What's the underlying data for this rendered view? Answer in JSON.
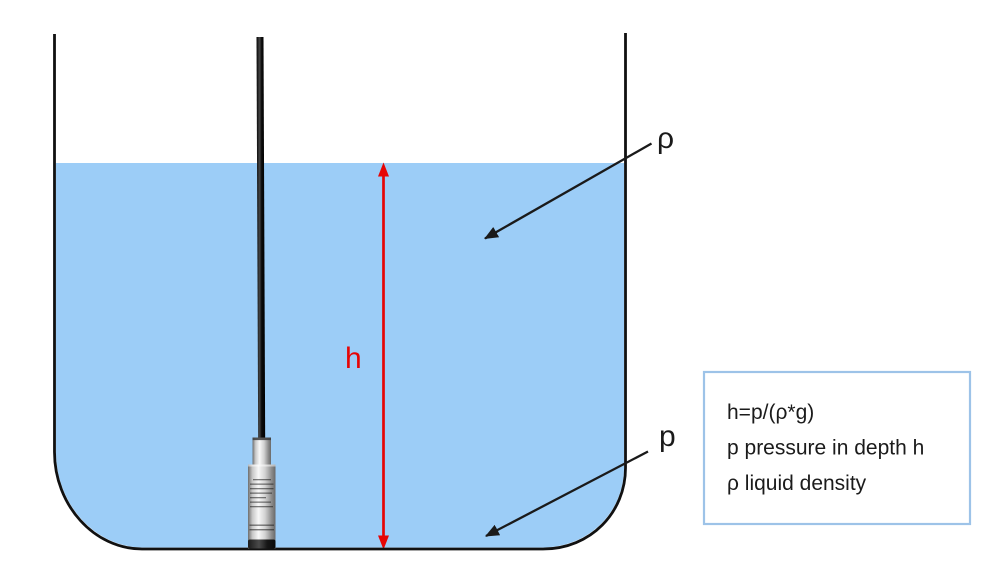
{
  "diagram": {
    "tank": {
      "density_label": "ρ",
      "pressure_label": "p",
      "depth_label": "h"
    },
    "formula_box": {
      "lines": [
        "h=p/(ρ*g)",
        "p pressure in depth h",
        "ρ liquid density"
      ]
    },
    "colors": {
      "liquid_fill": "#9CCDF7",
      "formula_box_border": "#9DC3E8",
      "depth_arrow_red": "#E60505",
      "outline_black": "#111111",
      "leader_black": "#1a1a1a"
    }
  }
}
